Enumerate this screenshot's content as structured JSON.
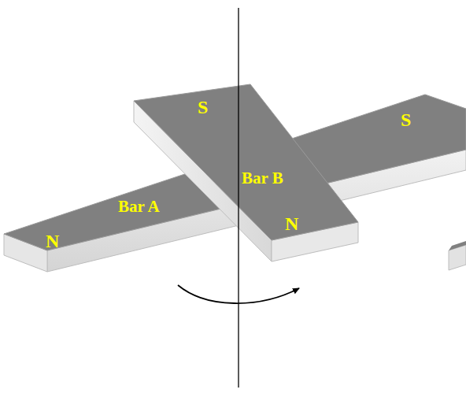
{
  "diagram": {
    "labels": [
      "N",
      "Bar A",
      "S",
      "S",
      "Bar B",
      "N"
    ]
  }
}
